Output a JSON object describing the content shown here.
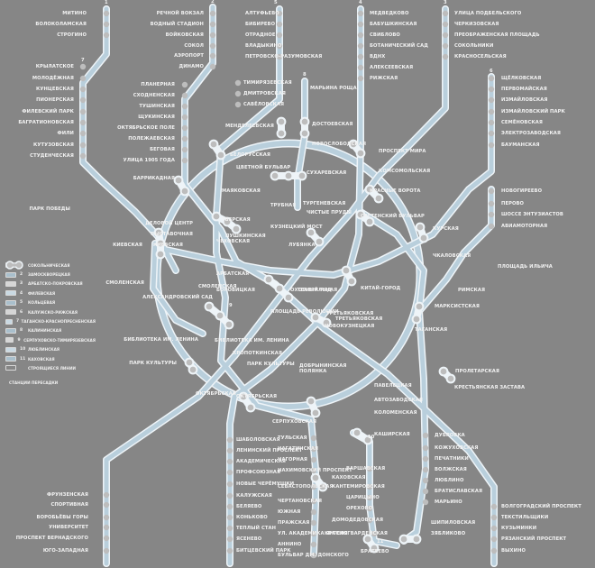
{
  "colors": {
    "background": "#868686",
    "line": "#bcd3e0",
    "line_edge": "#eef4f8",
    "station": "#bdbdbd",
    "text": "#f2f2f2"
  },
  "stations_left": [
    "МИТИНО",
    "ВОЛОКОЛАМСКАЯ",
    "СТРОГИНО",
    "КРЫЛАТСКОЕ",
    "МОЛОДЁЖНАЯ",
    "КУНЦЕВСКАЯ",
    "ПИОНЕРСКАЯ",
    "ФИЛЕВСКИЙ ПАРК",
    "БАГРАТИОНОВСКАЯ",
    "ФИЛИ",
    "КУТУЗОВСКАЯ",
    "СТУДЕНЧЕСКАЯ",
    "ПАРК ПОБЕДЫ",
    "КИЕВСКАЯ",
    "СМОЛЕНСКАЯ",
    "АЛЕКСАНДРОВСКИЙ САД",
    "БИБЛИОТЕКА ИМ. ЛЕНИНА",
    "ПАРК КУЛЬТУРЫ",
    "ОКТЯБРЬСКАЯ"
  ],
  "stations_green": [
    "РЕЧНОЙ ВОКЗАЛ",
    "ВОДНЫЙ СТАДИОН",
    "ВОЙКОВСКАЯ",
    "СОКОЛ",
    "АЭРОПОРТ",
    "ДИНАМО",
    "БЕЛОРУССКАЯ",
    "МАЯКОВСКАЯ",
    "ТВЕРСКАЯ",
    "ТЕАТРАЛЬНАЯ",
    "НОВОКУЗНЕЦКАЯ",
    "ПАВЕЛЕЦКАЯ",
    "АВТОЗАВОДСКАЯ",
    "КОЛОМЕНСКАЯ",
    "КАШИРСКАЯ"
  ],
  "stations_purple": [
    "ПЛАНЕРНАЯ",
    "СХОДНЕНСКАЯ",
    "ТУШИНСКАЯ",
    "ЩУКИНСКАЯ",
    "ОКТЯБРЬСКОЕ ПОЛЕ",
    "ПОЛЕЖАЕВСКАЯ",
    "БЕГОВАЯ",
    "УЛИЦА 1905 ГОДА",
    "БАРРИКАДНАЯ",
    "ПУШКИНСКАЯ",
    "КУЗНЕЦКИЙ МОСТ",
    "КИТАЙ-ГОРОД",
    "ТАГАНСКАЯ",
    "ПРОЛЕТАРСКАЯ",
    "ВОЛГОГРАДСКИЙ ПРОСПЕКТ",
    "ТЕКСТИЛЬЩИКИ",
    "КУЗЬМИНКИ",
    "РЯЗАНСКИЙ ПРОСПЕКТ",
    "ВЫХИНО"
  ],
  "stations_north": [
    "АЛТУФЬЕВО",
    "БИБИРЕВО",
    "ОТРАДНОЕ",
    "ВЛАДЫКИНО",
    "ПЕТРОВСКО-РАЗУМОВСКАЯ",
    "ТИМИРЯЗЕВСКАЯ",
    "ДМИТРОВСКАЯ",
    "САВЁЛОВСКАЯ",
    "МЕНДЕЛЕЕВСКАЯ",
    "ЦВЕТНОЙ БУЛЬВАР",
    "ЧЕХОВСКАЯ",
    "БОРОВИЦКАЯ",
    "ПОЛЯНКА",
    "СЕРПУХОВСКАЯ",
    "ТУЛЬСКАЯ",
    "НАГАТИНСКАЯ",
    "НАГОРНАЯ",
    "НАХИМОВСКИЙ ПРОСПЕКТ",
    "СЕВАСТОПОЛЬСКАЯ",
    "ЧЕРТАНОВСКАЯ",
    "ЮЖНАЯ",
    "ПРАЖСКАЯ",
    "УЛ. АКАДЕМИКА ЯНГЕЛЯ",
    "АННИНО",
    "БУЛЬВАР ДМ. ДОНСКОГО"
  ],
  "stations_orange": [
    "МЕДВЕДКОВО",
    "БАБУШКИНСКАЯ",
    "СВИБЛОВО",
    "БОТАНИЧЕСКИЙ САД",
    "ВДНХ",
    "АЛЕКСЕЕВСКАЯ",
    "РИЖСКАЯ",
    "ПРОСПЕКТ МИРА",
    "СУХАРЕВСКАЯ",
    "ТУРГЕНЕВСКАЯ",
    "ТРЕТЬЯКОВСКАЯ",
    "ОКТЯБРЬСКАЯ",
    "ШАБОЛОВСКАЯ",
    "ЛЕНИНСКИЙ ПРОСПЕКТ",
    "АКАДЕМИЧЕСКАЯ",
    "ПРОФСОЮЗНАЯ",
    "НОВЫЕ ЧЕРЁМУШКИ",
    "КАЛУЖСКАЯ",
    "БЕЛЯЕВО",
    "КОНЬКОВО",
    "ТЕПЛЫЙ СТАН",
    "ЯСЕНЕВО",
    "БИТЦЕВСКИЙ ПАРК"
  ],
  "stations_red": [
    "УЛИЦА ПОДБЕЛЬСКОГО",
    "ЧЕРКИЗОВСКАЯ",
    "ПРЕОБРАЖЕНСКАЯ ПЛОЩАДЬ",
    "СОКОЛЬНИКИ",
    "КРАСНОСЕЛЬСКАЯ",
    "КОМСОМОЛЬСКАЯ",
    "КРАСНЫЕ ВОРОТА",
    "ЧИСТЫЕ ПРУДЫ",
    "ЛУБЯНКА",
    "ОХОТНЫЙ РЯД",
    "БИБЛИОТЕКА ИМ. ЛЕНИНА",
    "КРОПОТКИНСКАЯ",
    "ПАРК КУЛЬТУРЫ",
    "ФРУНЗЕНСКАЯ",
    "СПОРТИВНАЯ",
    "ВОРОБЬЁВЫ ГОРЫ",
    "УНИВЕРСИТЕТ",
    "ПРОСПЕКТ ВЕРНАДСКОГО",
    "ЮГО-ЗАПАДНАЯ"
  ],
  "stations_east": [
    "ЩЁЛКОВСКАЯ",
    "ПЕРВОМАЙСКАЯ",
    "ИЗМАЙЛОВСКАЯ",
    "ИЗМАЙЛОВСКИЙ ПАРК",
    "СЕМЁНОВСКАЯ",
    "ЭЛЕКТРОЗАВОДСКАЯ",
    "БАУМАНСКАЯ",
    "КУРСКАЯ",
    "ПЛОЩАДЬ РЕВОЛЮЦИИ",
    "АРБАТСКАЯ",
    "СМОЛЕНСКАЯ",
    "КИЕВСКАЯ"
  ],
  "stations_kalinin": [
    "НОВОГИРЕЕВО",
    "ПЕРОВО",
    "ШОССЕ ЭНТУЗИАСТОВ",
    "АВИАМОТОРНАЯ",
    "ПЛОЩАДЬ ИЛЬИЧА",
    "МАРКСИСТСКАЯ",
    "ТРЕТЬЯКОВСКАЯ"
  ],
  "stations_lublin": [
    "ДУБРОВКА",
    "КОЖУХОВСКАЯ",
    "ПЕЧАТНИКИ",
    "ВОЛЖСКАЯ",
    "ЛЮБЛИНО",
    "БРАТИСЛАВСКАЯ",
    "МАРЬИНО",
    "ТРУБНАЯ",
    "СРЕТЕНСКИЙ БУЛЬВАР",
    "ЧКАЛОВСКАЯ",
    "РИМСКАЯ",
    "КРЕСТЬЯНСКАЯ ЗАСТАВА"
  ],
  "stations_south": [
    "ВАРШАВСКАЯ",
    "КАХОВСКАЯ",
    "КАНТЕМИРОВСКАЯ",
    "ЦАРИЦЫНО",
    "ОРЕХОВО",
    "ДОМОДЕДОВСКАЯ",
    "КРАСНОГВАРДЕЙСКАЯ",
    "БРАТЕЕВО",
    "ЗЯБЛИКОВО",
    "ШИПИЛОВСКАЯ",
    "ДОСТОЕВСКАЯ",
    "МАРЬИНА РОЩА",
    "ДЕЛОВОЙ ЦЕНТР",
    "ВЫСТАВОЧНАЯ",
    "НОВОСЛОБОДСКАЯ",
    "ДОБРЫНИНСКАЯ"
  ],
  "legend": {
    "items": [
      {
        "num": "1",
        "label": "СОКОЛЬНИЧЕСКАЯ"
      },
      {
        "num": "2",
        "label": "ЗАМОСКВОРЕЦКАЯ"
      },
      {
        "num": "3",
        "label": "АРБАТСКО-ПОКРОВСКАЯ"
      },
      {
        "num": "4",
        "label": "ФИЛЕВСКАЯ"
      },
      {
        "num": "5",
        "label": "КОЛЬЦЕВАЯ"
      },
      {
        "num": "6",
        "label": "КАЛУЖСКО-РИЖСКАЯ"
      },
      {
        "num": "7",
        "label": "ТАГАНСКО-КРАСНОПРЕСНЕНСКАЯ"
      },
      {
        "num": "8",
        "label": "КАЛИНИНСКАЯ"
      },
      {
        "num": "9",
        "label": "СЕРПУХОВСКО-ТИМИРЯЗЕВСКАЯ"
      },
      {
        "num": "10",
        "label": "ЛЮБЛИНСКАЯ"
      },
      {
        "num": "11",
        "label": "КАХОВСКАЯ"
      },
      {
        "num": "",
        "label": "СТРОЯЩИЕСЯ ЛИНИИ"
      }
    ],
    "transfer_label": "СТАНЦИИ ПЕРЕСАДКИ"
  },
  "line_numbers": [
    "1",
    "2",
    "3",
    "4",
    "5",
    "6",
    "7",
    "8",
    "9",
    "10",
    "11"
  ]
}
